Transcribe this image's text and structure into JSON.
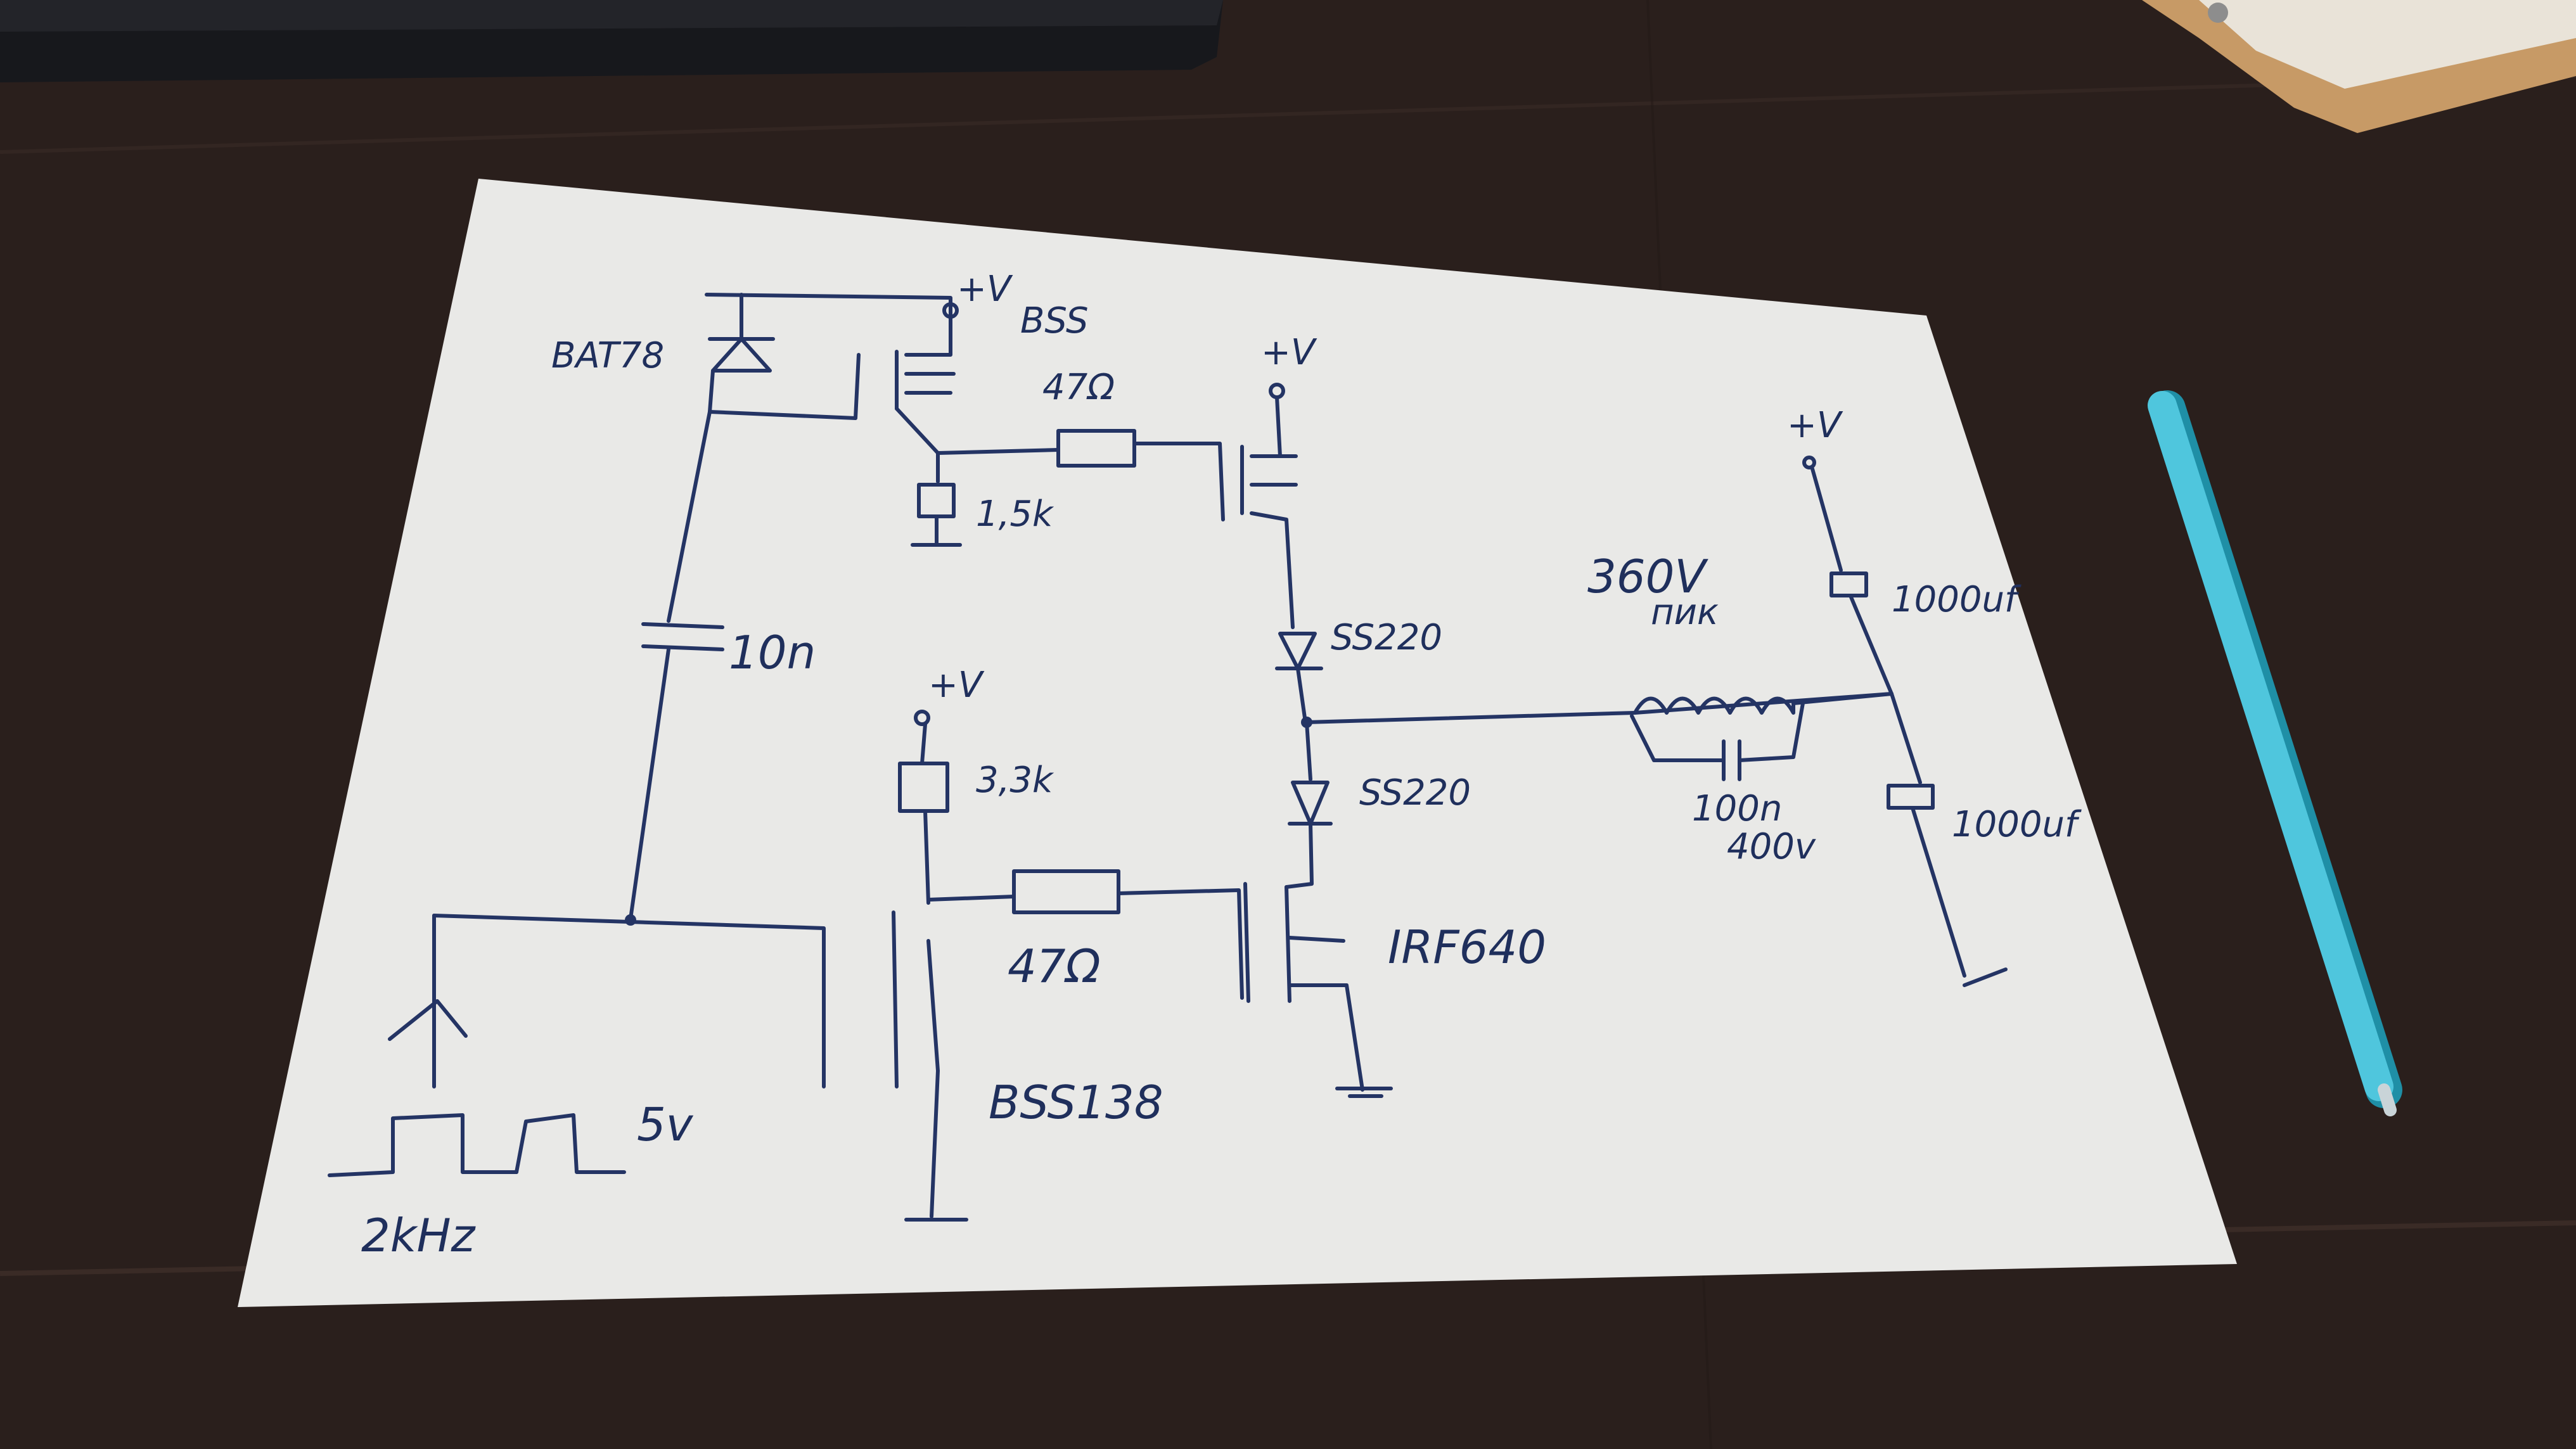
{
  "photo": {
    "subject": "hand-drawn circuit schematic on paper",
    "colors": {
      "table": "#2a1f1c",
      "paper": "#e9e9e7",
      "ink": "#243464",
      "pen": "#4fc6dd",
      "wood_box": "#c79a66"
    }
  },
  "schematic": {
    "labels": {
      "zener": "BAT78",
      "vplus_top": "+V",
      "bss_top": "BSS",
      "res_47_top": "47Ω",
      "res_15k": "1,5k",
      "vplus_mid": "+V",
      "diode_top": "SS220",
      "cap_10n": "10n",
      "vplus_left": "+V",
      "res_33k": "3,3k",
      "diode_bottom": "SS220",
      "res_47_bottom": "47Ω",
      "mosfet_irf": "IRF640",
      "bss138": "BSS138",
      "signal_5v": "5v",
      "signal_freq": "2kHz",
      "peak": "360V",
      "peak_sub": "пик",
      "vplus_right": "+V",
      "cap_1000_top": "1000uf",
      "cap_1000_bottom": "1000uf",
      "cap_100n": "100n",
      "cap_400v": "400v"
    }
  }
}
